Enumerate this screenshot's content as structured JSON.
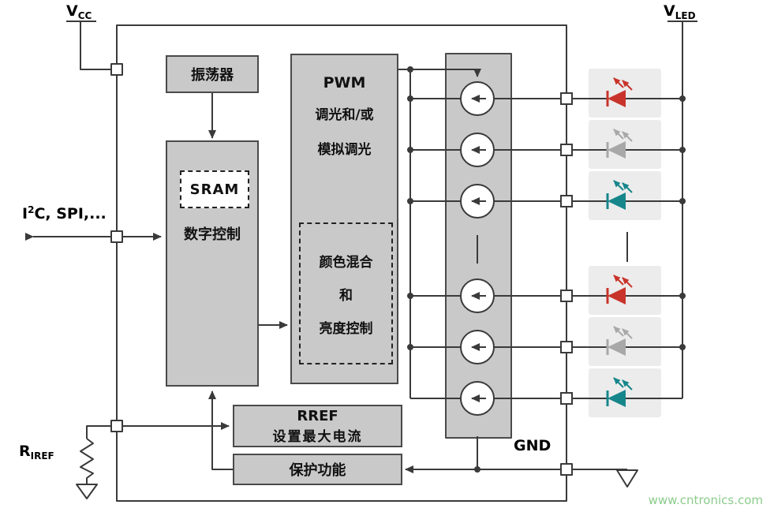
{
  "labels": {
    "vcc": {
      "base": "V",
      "sub": "CC"
    },
    "vled": {
      "base": "V",
      "sub": "LED"
    },
    "i2c": {
      "pre": "I",
      "sup": "2",
      "post": "C, SPI,..."
    },
    "riref": {
      "base": "R",
      "sub": "IREF"
    },
    "gnd": "GND"
  },
  "blocks": {
    "oscillator": {
      "label": "振荡器"
    },
    "digital": {
      "sram": "SRAM",
      "label": "数字控制"
    },
    "pwm": {
      "title": "PWM",
      "line1": "调光和/或",
      "line2": "模拟调光"
    },
    "mixer": {
      "line1": "颜色混合",
      "line2": "和",
      "line3": "亮度控制"
    },
    "rref": {
      "title": "RREF",
      "subtitle": "设置最大电流"
    },
    "protection": {
      "label": "保护功能"
    }
  },
  "channels": [
    {
      "name": "channel-1",
      "led": "red"
    },
    {
      "name": "channel-2",
      "led": "gray"
    },
    {
      "name": "channel-3",
      "led": "teal"
    },
    {
      "name": "channel-4",
      "led": "red"
    },
    {
      "name": "channel-5",
      "led": "gray"
    },
    {
      "name": "channel-6",
      "led": "teal"
    }
  ],
  "colors": {
    "wire": "#3a3a3a",
    "block_fill": "#c9c9c9",
    "block_border": "#4a4a4a",
    "led_bg": "#ececec",
    "red": "#c8342b",
    "gray": "#a8a8a8",
    "teal": "#17868b",
    "watermark": "#8ccc8c"
  },
  "watermark": "www.cntronics.com"
}
